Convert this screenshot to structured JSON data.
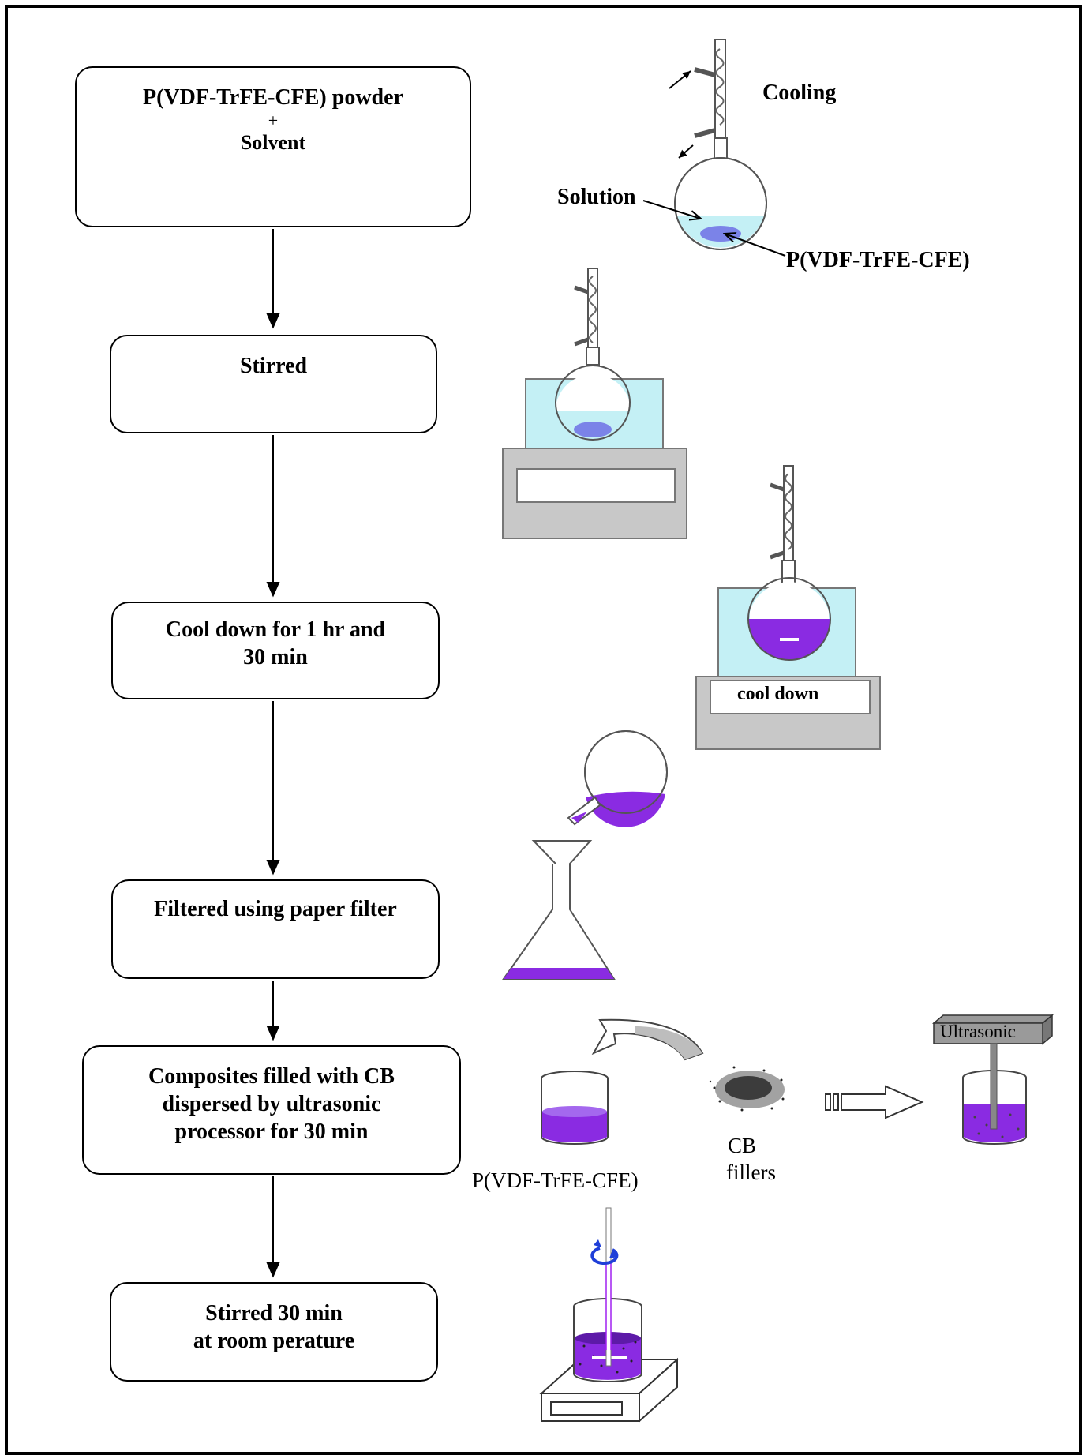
{
  "steps": [
    {
      "line1": "P(VDF-TrFE-CFE) powder",
      "plus": "+",
      "line2": "Solvent"
    },
    {
      "line1": "Stirred"
    },
    {
      "line1": "Cool down for 1 hr and",
      "line2": "30 min"
    },
    {
      "line1": "Filtered using paper filter"
    },
    {
      "line1": "Composites filled with CB",
      "line2": "dispersed by ultrasonic",
      "line3": "processor for 30 min"
    },
    {
      "line1": "Stirred 30 min",
      "line2": "at room perature"
    }
  ],
  "labels": {
    "cooling": "Cooling",
    "solution": "Solution",
    "polymer": "P(VDF-TrFE-CFE)",
    "cool_down": "cool down",
    "ultrasonic": "Ultrasonic",
    "polymer_beaker": "P(VDF-TrFE-CFE)",
    "cb_line1": "CB",
    "cb_line2": "fillers"
  },
  "colors": {
    "solution_cyan": "#c4f0f5",
    "polymer_purple": "#8a2be2",
    "powder_blue": "#7b83e8",
    "machine_gray": "#c8c8c8"
  }
}
